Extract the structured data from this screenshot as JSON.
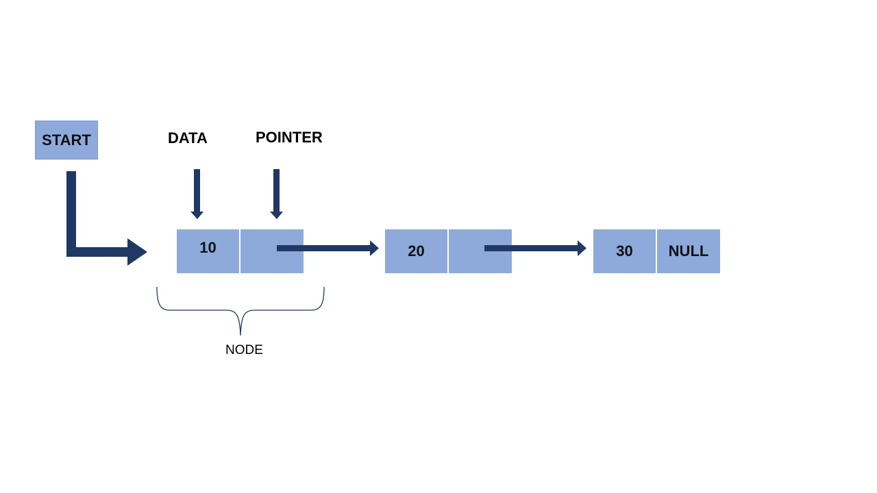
{
  "diagram": {
    "start_label": "START",
    "data_label": "DATA",
    "pointer_label": "POINTER",
    "node_label": "NODE",
    "nodes": [
      {
        "data": "10",
        "pointer": ""
      },
      {
        "data": "20",
        "pointer": ""
      },
      {
        "data": "30",
        "pointer": "NULL"
      }
    ]
  },
  "colors": {
    "node_fill": "#8eaadb",
    "arrow": "#1f3864",
    "brace": "#1f3864"
  }
}
